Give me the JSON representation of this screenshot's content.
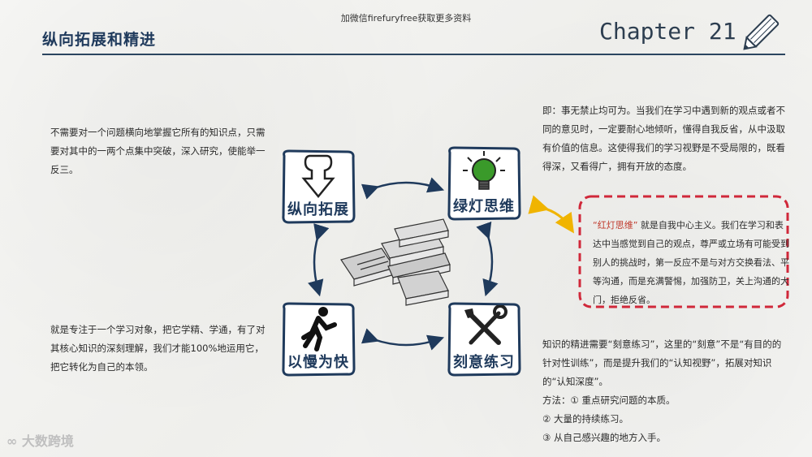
{
  "header": {
    "top_note": "加微信firefuryfree获取更多资料",
    "title": "纵向拓展和精进",
    "chapter": "Chapter 21"
  },
  "cards": [
    {
      "label": "纵向拓展",
      "icon": "arrow-down-icon"
    },
    {
      "label": "绿灯思维",
      "icon": "lightbulb-icon"
    },
    {
      "label": "以慢为快",
      "icon": "running-man-icon"
    },
    {
      "label": "刻意练习",
      "icon": "tools-icon"
    }
  ],
  "texts": {
    "left_top": "不需要对一个问题横向地掌握它所有的知识点，只需要对其中的一两个点集中突破，深入研究，使能举一反三。",
    "left_bottom": "就是专注于一个学习对象，把它学精、学通，有了对其核心知识的深刻理解，我们才能100%地运用它，把它转化为自己的本领。",
    "right_top": "即：事无禁止均可为。当我们在学习中遇到新的观点或者不同的意见时，一定要耐心地倾听，懂得自我反省，从中汲取有价值的信息。这使得我们的学习视野是不受局限的，既看得深，又看得广，拥有开放的态度。",
    "red_box_term": "“红灯思维”",
    "red_box_rest": "就是自我中心主义。我们在学习和表达中当感觉到自己的观点，尊严或立场有可能受到别人的挑战时，第一反应不是与对方交换看法、平等沟通，而是充满警惕，加强防卫，关上沟通的大门，拒绝反省。",
    "right_bottom_1": "知识的精进需要“刻意练习”，这里的“刻意”不是“有目的的针对性训练”，而是提升我们的“认知视野”，拓展对知识的“认知深度”。",
    "right_bottom_2": "方法：① 重点研究问题的本质。",
    "right_bottom_3": "② 大量的持续练习。",
    "right_bottom_4": "③ 从自己感兴趣的地方入手。"
  },
  "footer": {
    "brand": "大数跨境"
  },
  "colors": {
    "accent": "#1f3a5c",
    "red": "#c0392b",
    "yellow": "#f0b400",
    "green": "#3a9a2a"
  }
}
